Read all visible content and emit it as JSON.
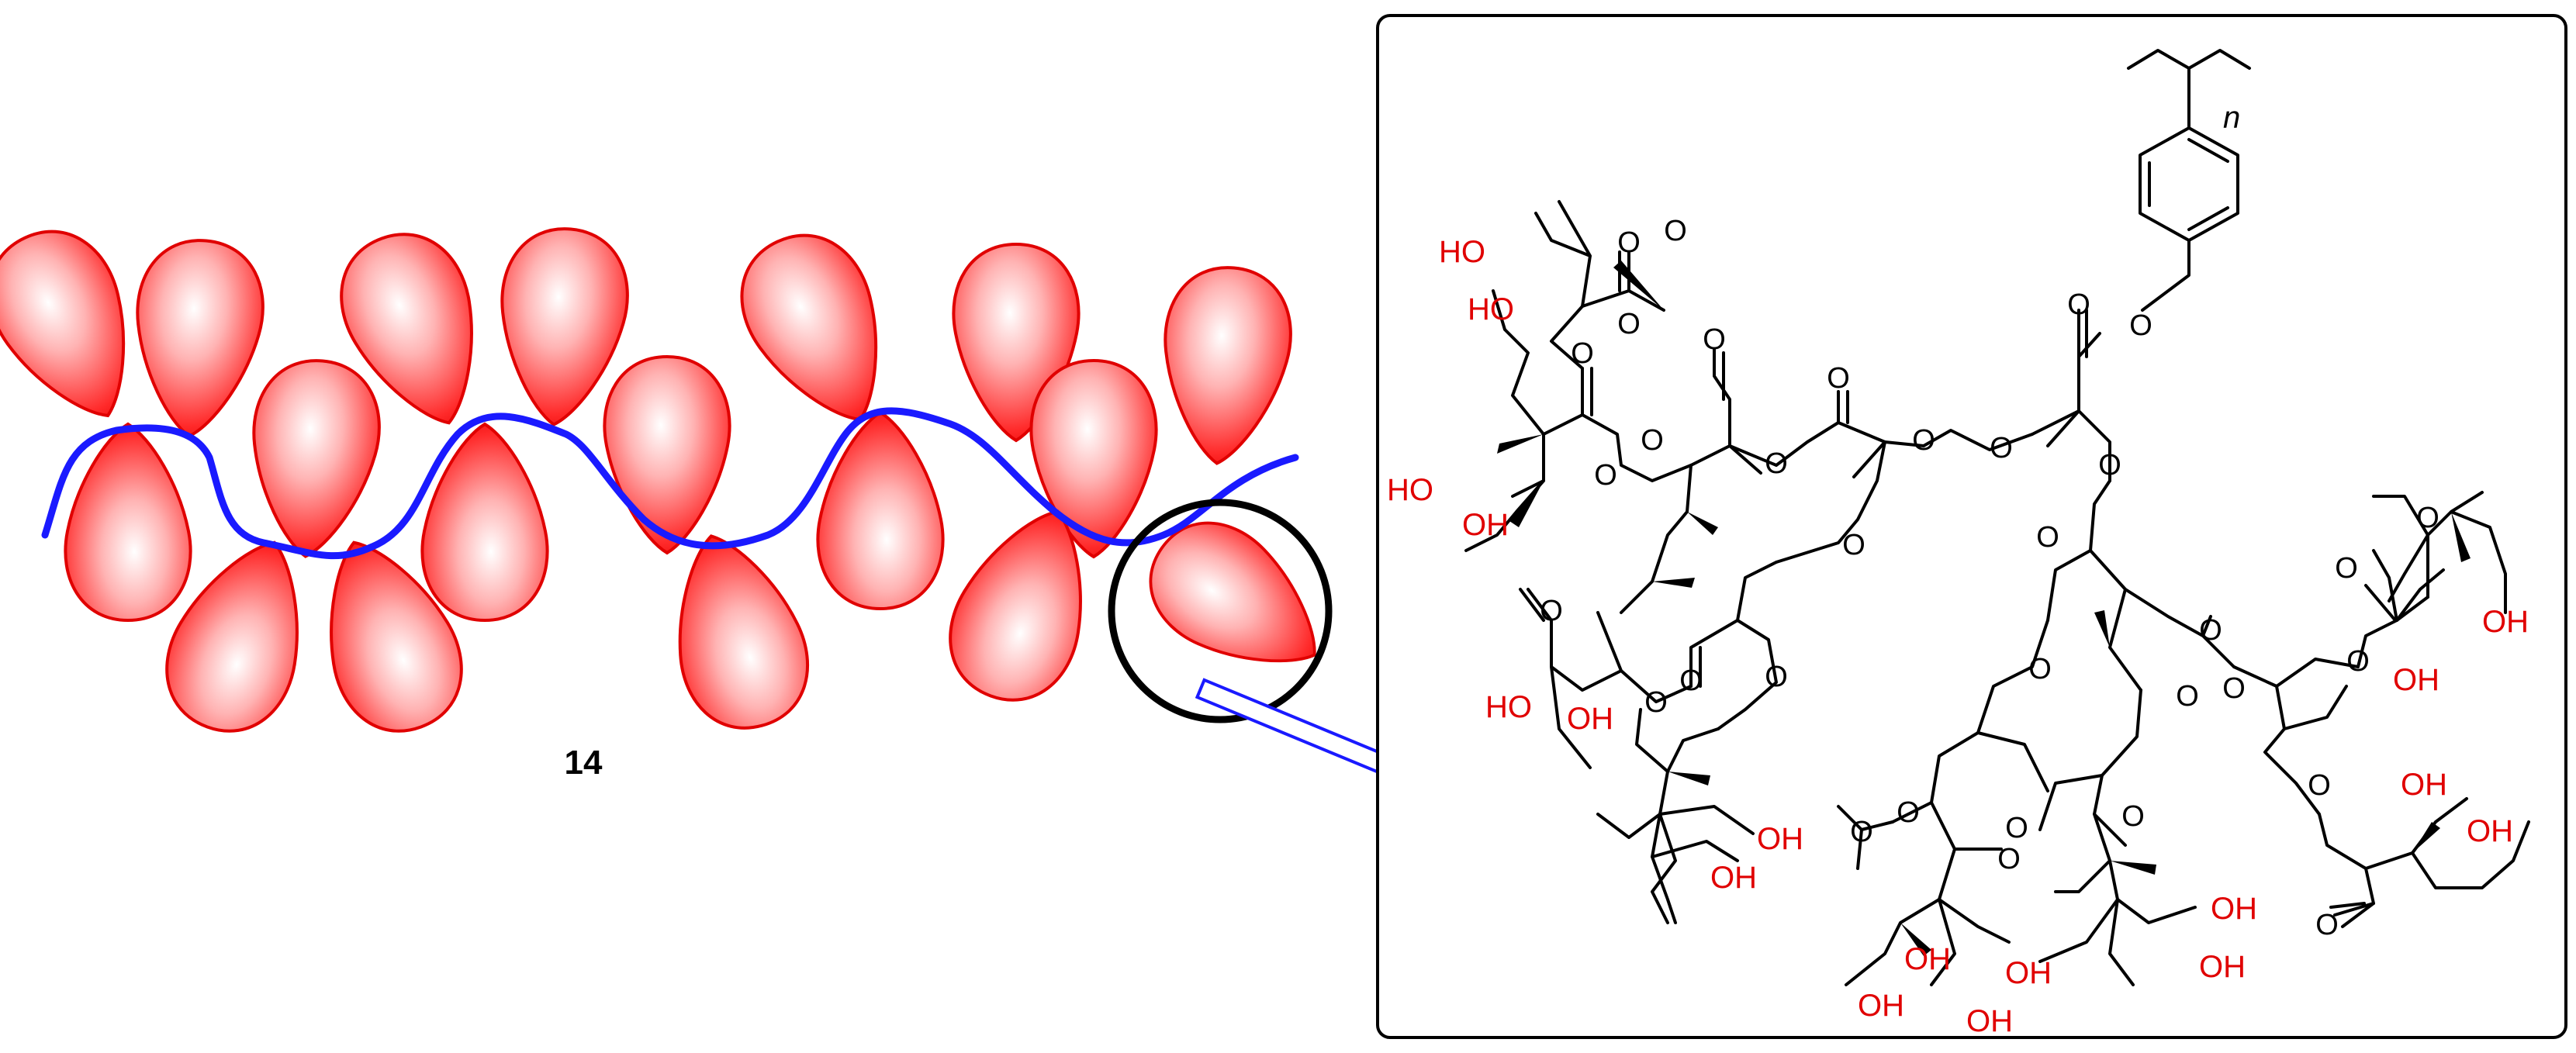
{
  "compound_label": "14",
  "polymer_repeat_subscript": "n",
  "colors": {
    "backbone": "#1a1aff",
    "lobe": "#ff1a1a",
    "hydroxyl": "#e00000",
    "bond": "#000000",
    "callout_arrow": "#1a1aff"
  },
  "atoms": {
    "oxygen": "O",
    "hydroxyl_left": "HO",
    "hydroxyl_right": "OH"
  }
}
